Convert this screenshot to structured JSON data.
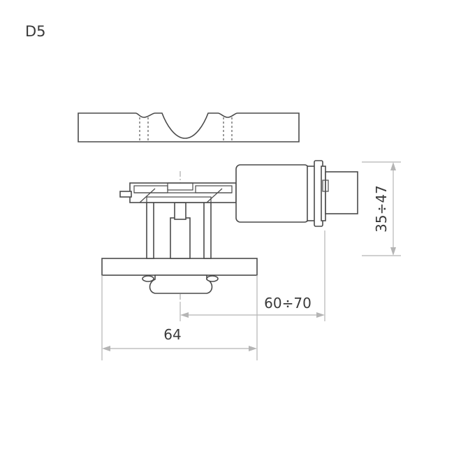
{
  "drawing": {
    "code": "D5",
    "dimensions": {
      "height_range": "35÷47",
      "offset_range": "60÷70",
      "base_width": "64"
    },
    "line_color": "#4a4a4a",
    "dimension_color": "#b5b5b5"
  }
}
